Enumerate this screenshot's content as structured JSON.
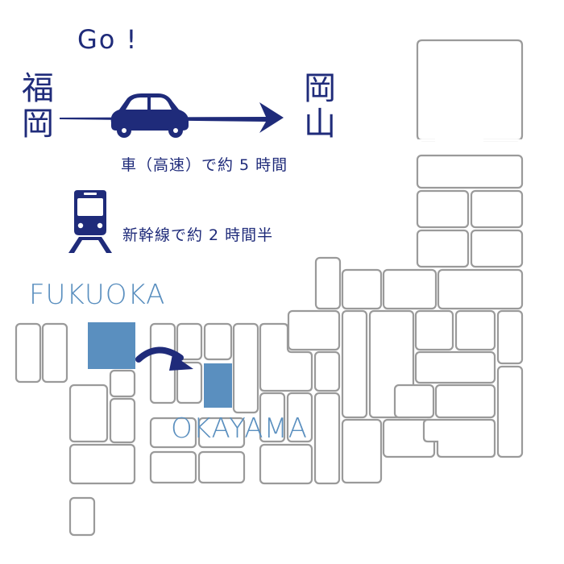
{
  "exclamation": "Go  !",
  "route": {
    "from": "福岡",
    "to": "岡山",
    "car_time": "車（高速）で約 5 時間",
    "train_time": "新幹線で約 2 時間半"
  },
  "map": {
    "origin_label": "FUKUOKA",
    "destination_label": "OKAYAMA"
  },
  "colors": {
    "ink": "#1f2b7a",
    "highlight": "#5a8fbf",
    "prefecture_outline": "#9a9a9a"
  },
  "icons": [
    "car-icon",
    "arrow-right-icon",
    "train-icon",
    "curved-arrow-icon"
  ]
}
